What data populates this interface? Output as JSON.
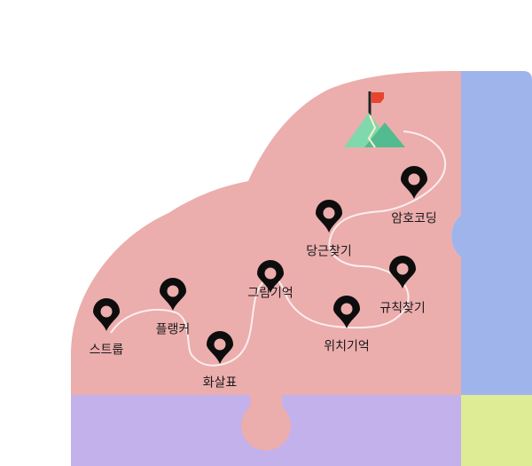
{
  "colors": {
    "pink_region": "#ecadad",
    "blue_region": "#9fb4ea",
    "purple_region": "#c2b1eb",
    "yellow_region": "#dfec96",
    "pin": "#0d0d0d",
    "pin_dot": "#ecadad",
    "route": "#fbeeee",
    "mountain_light": "#7fd9ac",
    "mountain_dark": "#52bb8f",
    "flag": "#e8452f"
  },
  "icons": {
    "goal": "mountain-flag-icon",
    "stop": "map-pin-icon"
  },
  "stops": [
    {
      "label": "스트룹"
    },
    {
      "label": "플랭커"
    },
    {
      "label": "화살표"
    },
    {
      "label": "그림기억"
    },
    {
      "label": "위치기억"
    },
    {
      "label": "규칙찾기"
    },
    {
      "label": "당근찾기"
    },
    {
      "label": "암호코딩"
    }
  ]
}
